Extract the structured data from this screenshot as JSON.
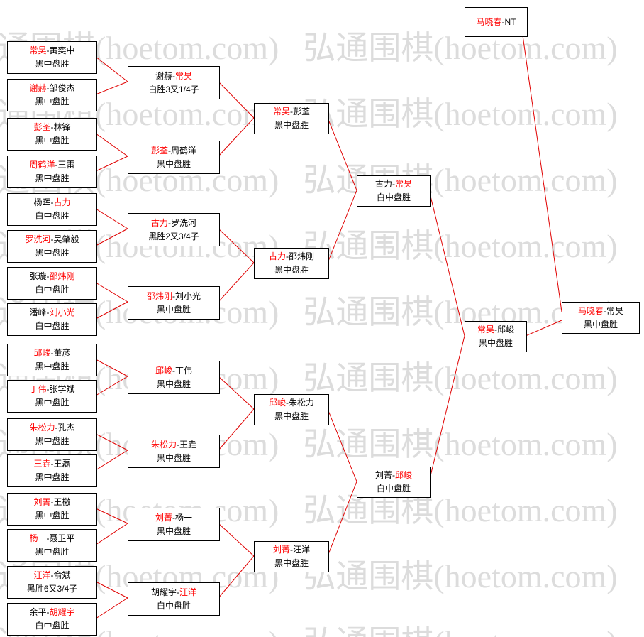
{
  "watermark": {
    "text": "弘通围棋(hoetom.com)"
  },
  "labels": {
    "separator": "-"
  },
  "colors": {
    "winner": "#ff0000",
    "line": "#e00000",
    "border": "#000000",
    "watermark": "#dcdcdc",
    "background": "#ffffff"
  },
  "rounds": [
    {
      "name": "round-of-32",
      "matches": [
        {
          "p1": "常昊",
          "p2": "黄奕中",
          "winner": 1,
          "result": "黑中盘胜"
        },
        {
          "p1": "谢赫",
          "p2": "邹俊杰",
          "winner": 1,
          "result": "黑中盘胜"
        },
        {
          "p1": "彭荃",
          "p2": "林锋",
          "winner": 1,
          "result": "黑中盘胜"
        },
        {
          "p1": "周鹤洋",
          "p2": "王雷",
          "winner": 1,
          "result": "黑中盘胜"
        },
        {
          "p1": "杨晖",
          "p2": "古力",
          "winner": 2,
          "result": "白中盘胜"
        },
        {
          "p1": "罗洗河",
          "p2": "吴肇毅",
          "winner": 1,
          "result": "黑中盘胜"
        },
        {
          "p1": "张璇",
          "p2": "邵炜刚",
          "winner": 2,
          "result": "白中盘胜"
        },
        {
          "p1": "潘峰",
          "p2": "刘小光",
          "winner": 2,
          "result": "白中盘胜"
        },
        {
          "p1": "邱峻",
          "p2": "董彦",
          "winner": 1,
          "result": "黑中盘胜"
        },
        {
          "p1": "丁伟",
          "p2": "张学斌",
          "winner": 1,
          "result": "黑中盘胜"
        },
        {
          "p1": "朱松力",
          "p2": "孔杰",
          "winner": 1,
          "result": "黑中盘胜"
        },
        {
          "p1": "王垚",
          "p2": "王磊",
          "winner": 1,
          "result": "黑中盘胜"
        },
        {
          "p1": "刘菁",
          "p2": "王檄",
          "winner": 1,
          "result": "黑中盘胜"
        },
        {
          "p1": "杨一",
          "p2": "聂卫平",
          "winner": 1,
          "result": "黑中盘胜"
        },
        {
          "p1": "汪洋",
          "p2": "俞斌",
          "winner": 1,
          "result": "黑胜6又3/4子"
        },
        {
          "p1": "余平",
          "p2": "胡耀宇",
          "winner": 2,
          "result": "白中盘胜"
        }
      ]
    },
    {
      "name": "round-of-16",
      "matches": [
        {
          "p1": "谢赫",
          "p2": "常昊",
          "winner": 2,
          "result": "白胜3又1/4子"
        },
        {
          "p1": "彭荃",
          "p2": "周鹤洋",
          "winner": 1,
          "result": "黑中盘胜"
        },
        {
          "p1": "古力",
          "p2": "罗洗河",
          "winner": 1,
          "result": "黑胜2又3/4子"
        },
        {
          "p1": "邵炜刚",
          "p2": "刘小光",
          "winner": 1,
          "result": "黑中盘胜"
        },
        {
          "p1": "邱峻",
          "p2": "丁伟",
          "winner": 1,
          "result": "黑中盘胜"
        },
        {
          "p1": "朱松力",
          "p2": "王垚",
          "winner": 1,
          "result": "黑中盘胜"
        },
        {
          "p1": "刘菁",
          "p2": "杨一",
          "winner": 1,
          "result": "黑中盘胜"
        },
        {
          "p1": "胡耀宇",
          "p2": "汪洋",
          "winner": 2,
          "result": "白中盘胜"
        }
      ]
    },
    {
      "name": "quarterfinals",
      "matches": [
        {
          "p1": "常昊",
          "p2": "彭荃",
          "winner": 1,
          "result": "黑中盘胜"
        },
        {
          "p1": "古力",
          "p2": "邵炜刚",
          "winner": 1,
          "result": "黑中盘胜"
        },
        {
          "p1": "邱峻",
          "p2": "朱松力",
          "winner": 1,
          "result": "黑中盘胜"
        },
        {
          "p1": "刘菁",
          "p2": "汪洋",
          "winner": 1,
          "result": "黑中盘胜"
        }
      ]
    },
    {
      "name": "semifinals",
      "matches": [
        {
          "p1": "古力",
          "p2": "常昊",
          "winner": 2,
          "result": "白中盘胜"
        },
        {
          "p1": "刘菁",
          "p2": "邱峻",
          "winner": 2,
          "result": "白中盘胜"
        }
      ]
    },
    {
      "name": "final",
      "matches": [
        {
          "p1": "常昊",
          "p2": "邱峻",
          "winner": 1,
          "result": "黑中盘胜"
        }
      ]
    }
  ],
  "titleholder": {
    "p1": "马晓春",
    "p2": "NT",
    "winner": 1
  },
  "title_match": {
    "p1": "马晓春",
    "p2": "常昊",
    "winner": 1,
    "result": "黑中盘胜"
  }
}
